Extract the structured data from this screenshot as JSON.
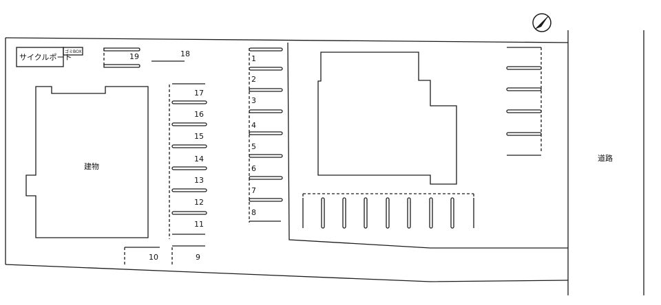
{
  "labels": {
    "cycle_port": "サイクルポート",
    "garbage_box": "ゴミBOX",
    "building": "建物",
    "road": "道路"
  },
  "parking_numbers": {
    "left": [
      "19",
      "18",
      "17",
      "16",
      "15",
      "14",
      "13",
      "12",
      "11",
      "10",
      "9"
    ],
    "center": [
      "1",
      "2",
      "3",
      "4",
      "5",
      "6",
      "7",
      "8"
    ]
  },
  "icons": {
    "compass": "north-arrow-icon"
  }
}
